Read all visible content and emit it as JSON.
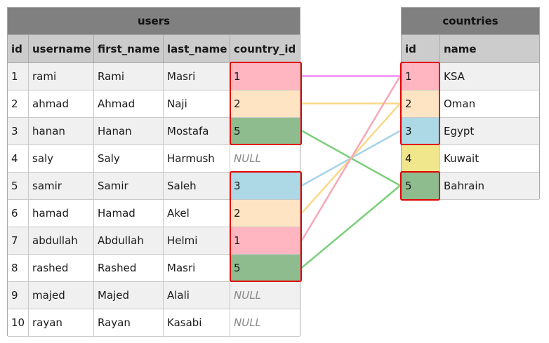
{
  "colors": {
    "pink": "#ffb6c1",
    "peach": "#ffe4c4",
    "green": "#8fbc8f",
    "blue": "#add8e6",
    "yellow": "#f0e68c",
    "line_pink": "#f08cf4",
    "line_peach": "#f8d98a",
    "line_green": "#7ccf7c",
    "line_blue": "#a6d2e8",
    "line_pink2": "#f7a8b8",
    "highlight": "#e30000"
  },
  "users": {
    "title": "users",
    "headers": [
      "id",
      "username",
      "first_name",
      "last_name",
      "country_id"
    ],
    "rows": [
      {
        "id": "1",
        "username": "rami",
        "first_name": "Rami",
        "last_name": "Masri",
        "country_id": "1",
        "fill": "pink"
      },
      {
        "id": "2",
        "username": "ahmad",
        "first_name": "Ahmad",
        "last_name": "Naji",
        "country_id": "2",
        "fill": "peach"
      },
      {
        "id": "3",
        "username": "hanan",
        "first_name": "Hanan",
        "last_name": "Mostafa",
        "country_id": "5",
        "fill": "green"
      },
      {
        "id": "4",
        "username": "saly",
        "first_name": "Saly",
        "last_name": "Harmush",
        "country_id": "NULL",
        "fill": ""
      },
      {
        "id": "5",
        "username": "samir",
        "first_name": "Samir",
        "last_name": "Saleh",
        "country_id": "3",
        "fill": "blue"
      },
      {
        "id": "6",
        "username": "hamad",
        "first_name": "Hamad",
        "last_name": "Akel",
        "country_id": "2",
        "fill": "peach"
      },
      {
        "id": "7",
        "username": "abdullah",
        "first_name": "Abdullah",
        "last_name": "Helmi",
        "country_id": "1",
        "fill": "pink"
      },
      {
        "id": "8",
        "username": "rashed",
        "first_name": "Rashed",
        "last_name": "Masri",
        "country_id": "5",
        "fill": "green"
      },
      {
        "id": "9",
        "username": "majed",
        "first_name": "Majed",
        "last_name": "Alali",
        "country_id": "NULL",
        "fill": ""
      },
      {
        "id": "10",
        "username": "rayan",
        "first_name": "Rayan",
        "last_name": "Kasabi",
        "country_id": "NULL",
        "fill": ""
      }
    ]
  },
  "countries": {
    "title": "countries",
    "headers": [
      "id",
      "name"
    ],
    "rows": [
      {
        "id": "1",
        "name": "KSA",
        "fill": "pink"
      },
      {
        "id": "2",
        "name": "Oman",
        "fill": "peach"
      },
      {
        "id": "3",
        "name": "Egypt",
        "fill": "blue"
      },
      {
        "id": "4",
        "name": "Kuwait",
        "fill": "yellow"
      },
      {
        "id": "5",
        "name": "Bahrain",
        "fill": "green"
      }
    ]
  },
  "links": [
    {
      "from_user_row": 1,
      "to_country_row": 1,
      "color": "line_pink"
    },
    {
      "from_user_row": 2,
      "to_country_row": 2,
      "color": "line_peach"
    },
    {
      "from_user_row": 3,
      "to_country_row": 5,
      "color": "line_green"
    },
    {
      "from_user_row": 5,
      "to_country_row": 3,
      "color": "line_blue"
    },
    {
      "from_user_row": 6,
      "to_country_row": 2,
      "color": "line_peach"
    },
    {
      "from_user_row": 7,
      "to_country_row": 1,
      "color": "line_pink2"
    },
    {
      "from_user_row": 8,
      "to_country_row": 5,
      "color": "line_green"
    }
  ]
}
